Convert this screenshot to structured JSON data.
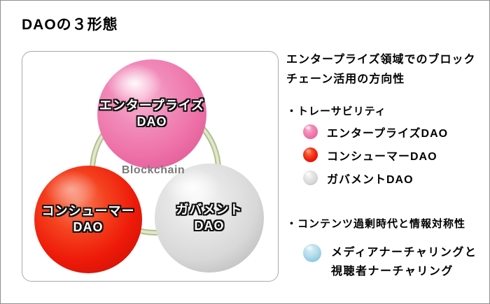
{
  "window": {
    "title": "DAOの３形態"
  },
  "diagram": {
    "center_label": "Blockchain",
    "ring_color": "#b3c08e",
    "nodes": {
      "enterprise": {
        "line1": "エンタープライズ",
        "line2": "DAO",
        "color": "#ee71a8"
      },
      "consumer": {
        "line1": "コンシューマー",
        "line2": "DAO",
        "color": "#ee1a09"
      },
      "government": {
        "line1": "ガバメント",
        "line2": "DAO",
        "color": "#d8d8d8"
      }
    }
  },
  "sidebar": {
    "heading_line1": "エンタープライズ領域でのブロック",
    "heading_line2": "チェーン活用の方向性",
    "traceability": {
      "bullet": "・トレーサビリティ",
      "legend": [
        {
          "label": "エンタープライズDAO",
          "color": "#f08ab8"
        },
        {
          "label": "コンシューマーDAO",
          "color": "#ee1a09"
        },
        {
          "label": "ガバメントDAO",
          "color": "#d8d8d8"
        }
      ]
    },
    "content_era": {
      "bullet": "・コンテンツ過剰時代と情報対称性",
      "item_line1": "メディアナーチャリングと",
      "item_line2": "視聴者ナーチャリング",
      "item_color": "#8fcadd"
    }
  }
}
